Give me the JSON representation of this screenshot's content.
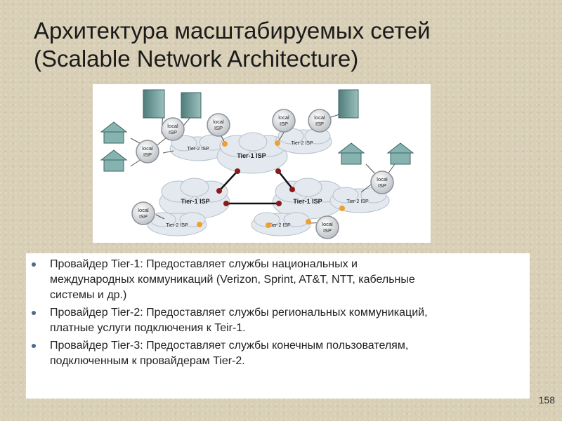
{
  "slide": {
    "title_line1": "Архитектура масштабируемых сетей",
    "title_line2": "(Scalable Network Architecture)",
    "page_number": "158"
  },
  "diagram": {
    "tier1_label": "Tier-1 ISP",
    "tier2_label": "Tier-2 ISP",
    "local_line1": "local",
    "local_line2": "ISP"
  },
  "bullets": [
    {
      "line1": "Провайдер Tier-1: Предоставляет службы национальных и",
      "line2": "международных коммуникаций (Verizon, Sprint, AT&T, NTT, кабельные",
      "line3": "системы и др.)"
    },
    {
      "line1": "Провайдер Tier-2: Предоставляет службы региональных коммуникаций,",
      "line2": "платные услуги подключения к Teir-1."
    },
    {
      "line1": "Провайдер Tier-3: Предоставляет службы конечным пользователям,",
      "line2": "подключенным к провайдерам  Tier-2."
    }
  ],
  "colors": {
    "background": "#d8cfb6",
    "cloud_fill": "#e3e9ef",
    "router_dot": "#8b1a1a",
    "edge_dot": "#f0a030",
    "bullet": "#4e6a8c"
  }
}
